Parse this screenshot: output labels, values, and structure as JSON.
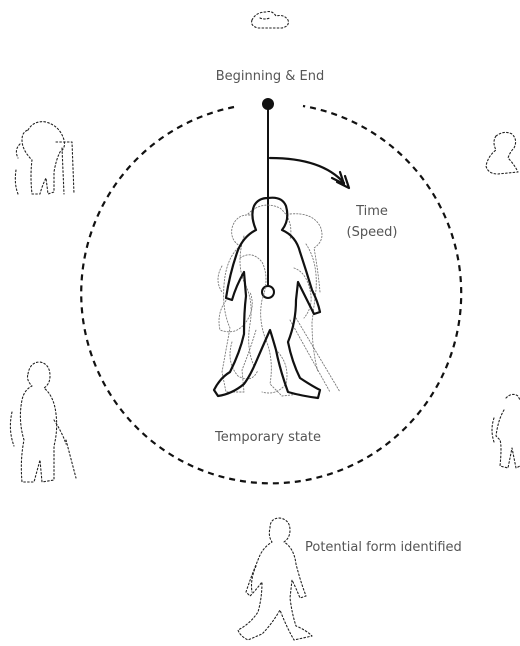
{
  "labels": {
    "beginning_end": "Beginning & End",
    "time_line1": "Time",
    "time_line2": "(Speed)",
    "temporary_state": "Temporary state",
    "potential_form": "Potential form identified"
  },
  "figures": [
    {
      "position": "top",
      "pose": "lying-curled"
    },
    {
      "position": "upper-left",
      "pose": "bent-elderly-with-walker"
    },
    {
      "position": "upper-right",
      "pose": "seated-infant"
    },
    {
      "position": "lower-left",
      "pose": "elderly-with-cane"
    },
    {
      "position": "lower-right",
      "pose": "standing-child"
    },
    {
      "position": "bottom",
      "pose": "walking-adult"
    }
  ]
}
